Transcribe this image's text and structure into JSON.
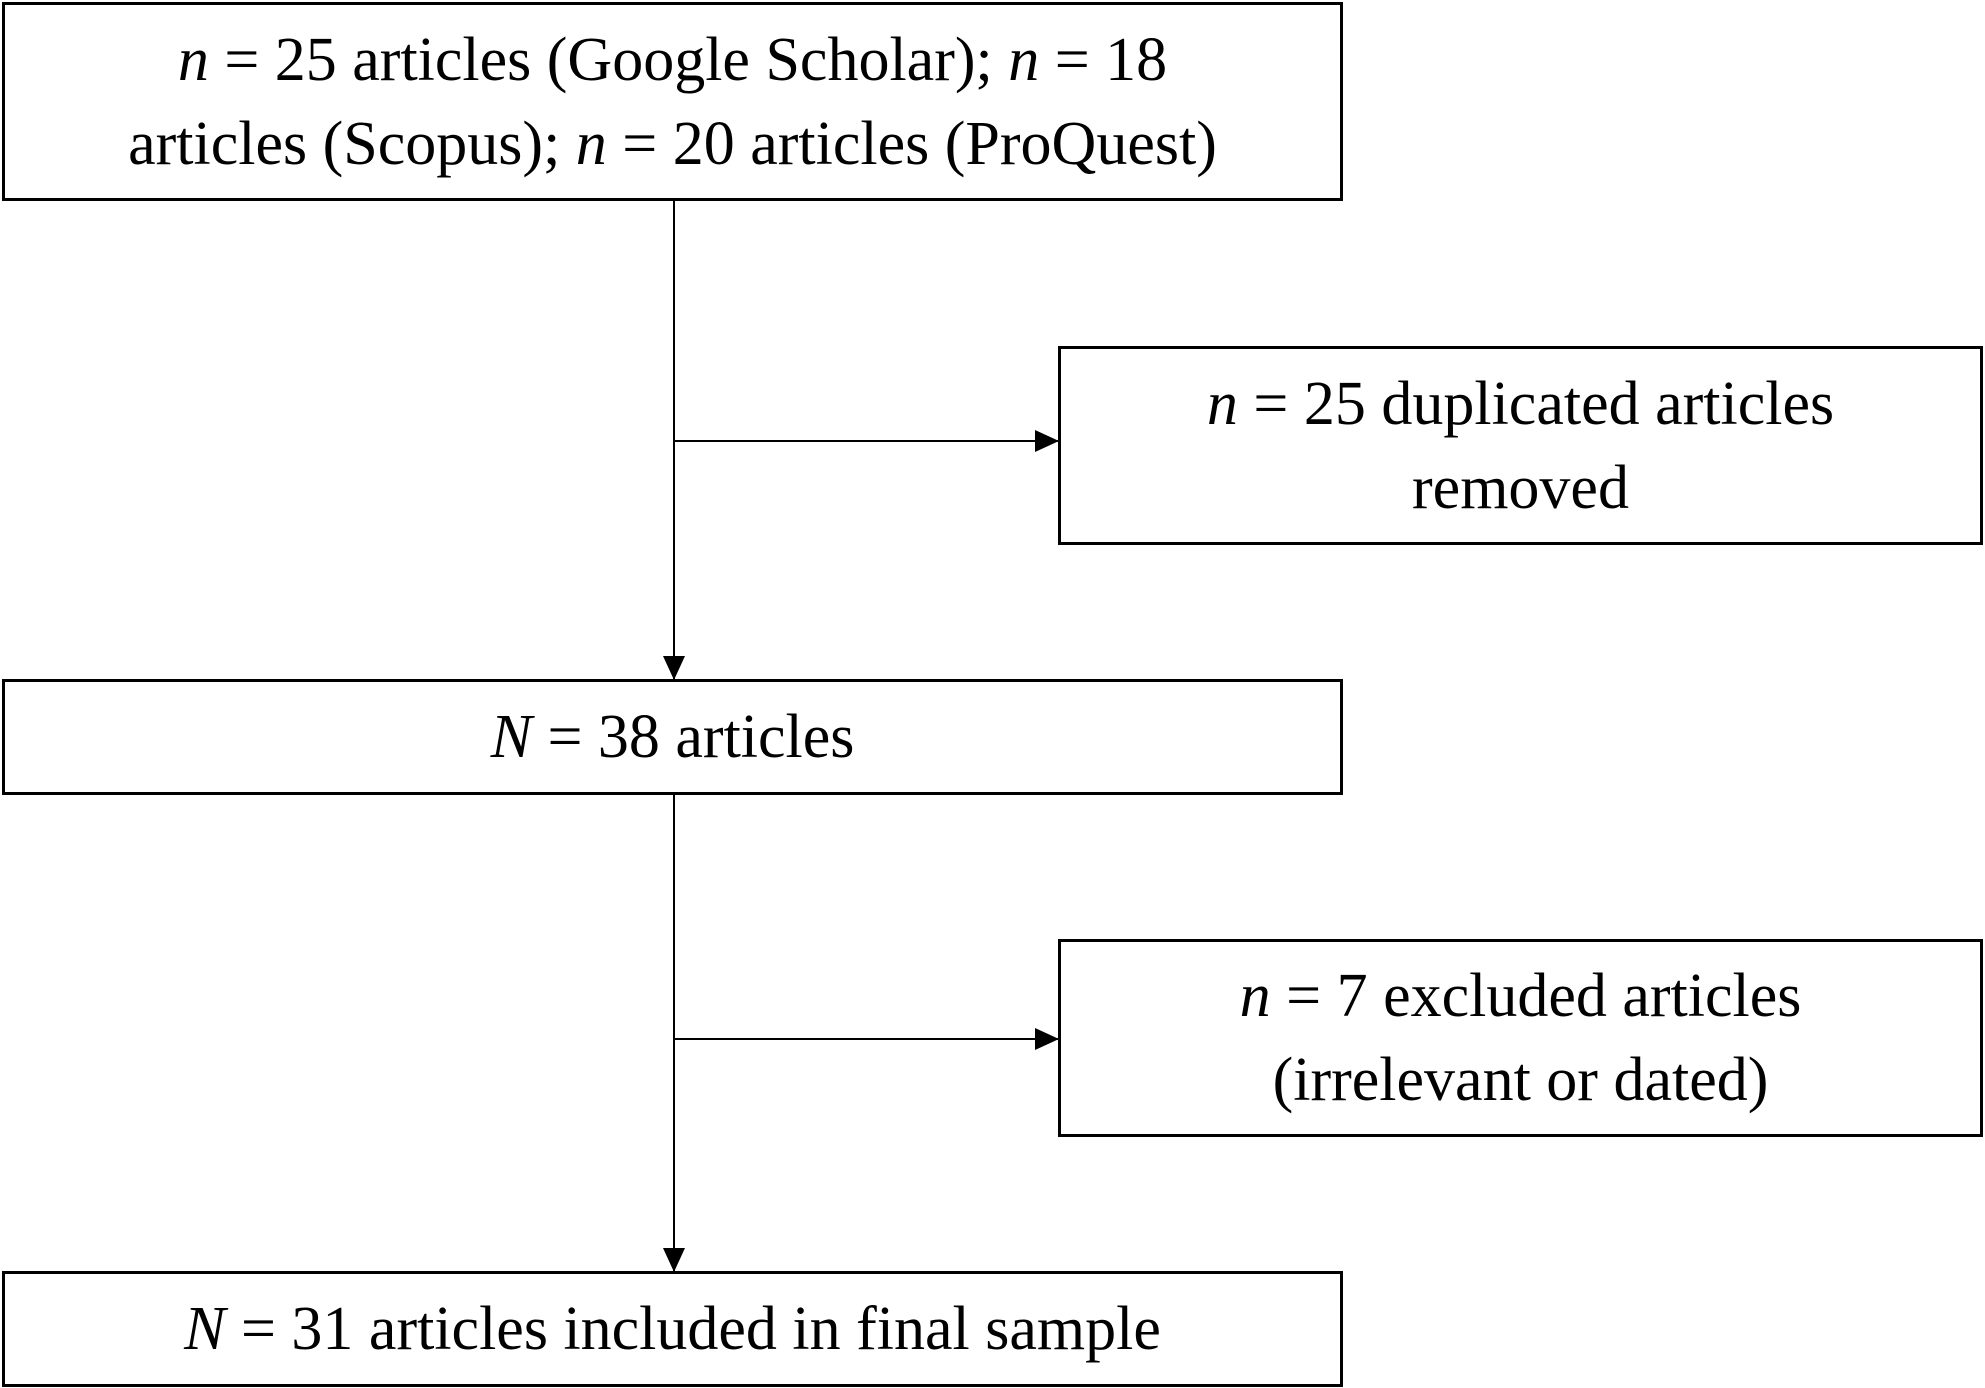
{
  "flowchart": {
    "sources": {
      "line1": {
        "n1_var": "n",
        "n1_text": " = 25 articles (Google Scholar); ",
        "n2_var": "n",
        "n2_text": " = 18"
      },
      "line2": {
        "text_a": "articles (Scopus); ",
        "n3_var": "n",
        "text_b": " = 20 articles (ProQuest)"
      }
    },
    "duplicates": {
      "var": "n",
      "line1": " = 25 duplicated articles",
      "line2": "removed"
    },
    "after_dedup": {
      "var": "N",
      "text": " = 38 articles"
    },
    "excluded": {
      "var": "n",
      "line1": " = 7 excluded articles",
      "line2": "(irrelevant or dated)"
    },
    "final": {
      "var": "N",
      "text": " = 31 articles included in final sample"
    }
  }
}
